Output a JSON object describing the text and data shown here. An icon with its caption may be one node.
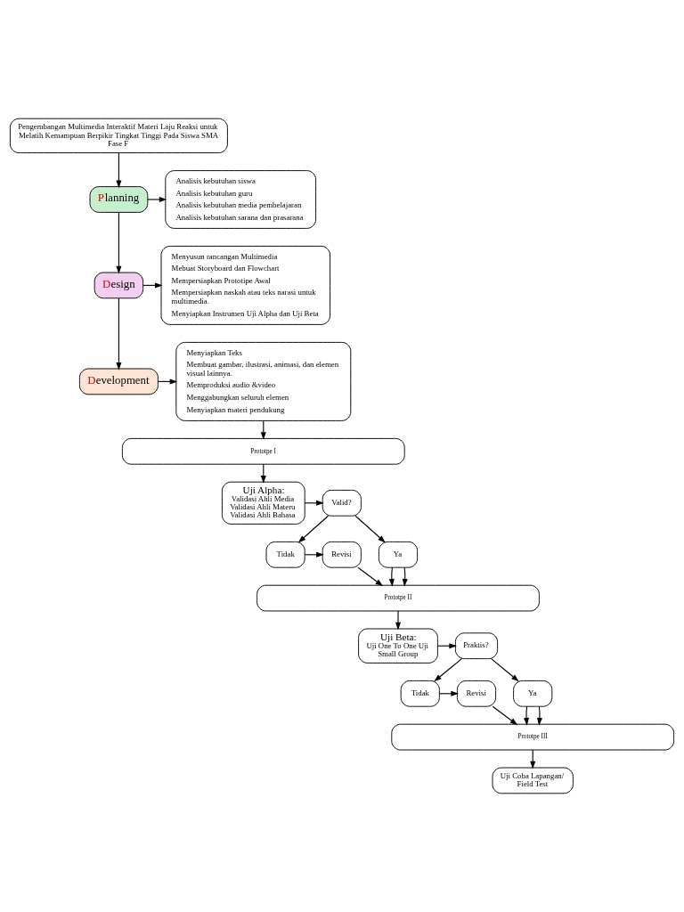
{
  "diagram": {
    "nodes": [
      {
        "text": [
          "Pengembangan Multimedia Interaktif Materi Laju Reaksi untuk Melatih Kemampuan Berpikir Tingkat Tinggi Pada Siswa SMA Fase F"
        ]
      },
      {
        "text": [
          "Planning"
        ]
      },
      {
        "text": [
          "Analisis kebutuhan siswa",
          "Analisis kebutuhan guru",
          "Analisis kebutuhan media pembelajaran",
          "Analisis kebutuhan sarana dan prasarana"
        ]
      },
      {
        "text": [
          "Design"
        ]
      },
      {
        "text": [
          "Menyusun rancangan Multimedia",
          "Mebuat Storyboard dan Flowchart",
          "Mempersiapkan Prototipe Awal",
          "Mempersiapkan naskah atau teks narasi untuk multimedia.",
          "Menyiapkan Instrumen Uji Alpha dan Uji Beta"
        ]
      },
      {
        "text": [
          "Development"
        ]
      },
      {
        "text": [
          "Menyiapkan Teks",
          "Membuat gambar, ilustrasi, animasi, dan elemen visual lainnya.",
          "Memproduksi audio &video",
          "Menggabungkan seluruh elemen",
          "Menyiapkan materi pendukung"
        ]
      },
      {
        "text": [
          "Prototpe I"
        ]
      },
      {
        "text": [
          "Uji Alpha:",
          "Validasi Ahli Media Validasi Ahli Materu Validasi Ahli Bahasa"
        ]
      },
      {
        "text": [
          "Valid?"
        ]
      },
      {
        "text": [
          "Tidak"
        ]
      },
      {
        "text": [
          "Revisi"
        ]
      },
      {
        "text": [
          "Ya"
        ]
      },
      {
        "text": [
          "Prototpe II"
        ]
      },
      {
        "text": [
          "Uji Beta:",
          "Uji One To One Uji Small Group"
        ]
      },
      {
        "text": [
          "Praktis?"
        ]
      },
      {
        "text": [
          "Tidak"
        ]
      },
      {
        "text": [
          "Revisi"
        ]
      },
      {
        "text": [
          "Ya"
        ]
      },
      {
        "text": [
          "Prototpe III"
        ]
      },
      {
        "text": [
          "Uji Coba Lapangan/ Field Test"
        ]
      }
    ],
    "edges": [
      {
        "from": 0,
        "to": 1,
        "arrow": "to"
      },
      {
        "from": 1,
        "to": 2,
        "arrow": "to"
      },
      {
        "from": 1,
        "to": 3,
        "arrow": "to"
      },
      {
        "from": 3,
        "to": 4,
        "arrow": "to"
      },
      {
        "from": 3,
        "to": 5,
        "arrow": "to"
      },
      {
        "from": 5,
        "to": 6,
        "arrow": "to"
      },
      {
        "from": 6,
        "to": 7,
        "arrow": "to"
      },
      {
        "from": 7,
        "to": 8,
        "arrow": "to"
      },
      {
        "from": 8,
        "to": 9,
        "arrow": "to"
      },
      {
        "from": 9,
        "to": 10,
        "arrow": "to"
      },
      {
        "from": 9,
        "to": 12,
        "arrow": "to"
      },
      {
        "from": 10,
        "to": 11,
        "arrow": "to"
      },
      {
        "from": 11,
        "to": 13,
        "arrow": "to"
      },
      {
        "from": 12,
        "to": 13,
        "arrow": "to"
      },
      {
        "from": 12,
        "to": 13,
        "arrow": "to"
      },
      {
        "from": 13,
        "to": 14,
        "arrow": "to"
      },
      {
        "from": 14,
        "to": 15,
        "arrow": "to"
      },
      {
        "from": 15,
        "to": 16,
        "arrow": "to"
      },
      {
        "from": 15,
        "to": 18,
        "arrow": "to"
      },
      {
        "from": 16,
        "to": 17,
        "arrow": "to"
      },
      {
        "from": 17,
        "to": 19,
        "arrow": "to"
      },
      {
        "from": 18,
        "to": 19,
        "arrow": "to"
      },
      {
        "from": 18,
        "to": 19,
        "arrow": "to"
      },
      {
        "from": 19,
        "to": 20,
        "arrow": "to"
      }
    ]
  }
}
